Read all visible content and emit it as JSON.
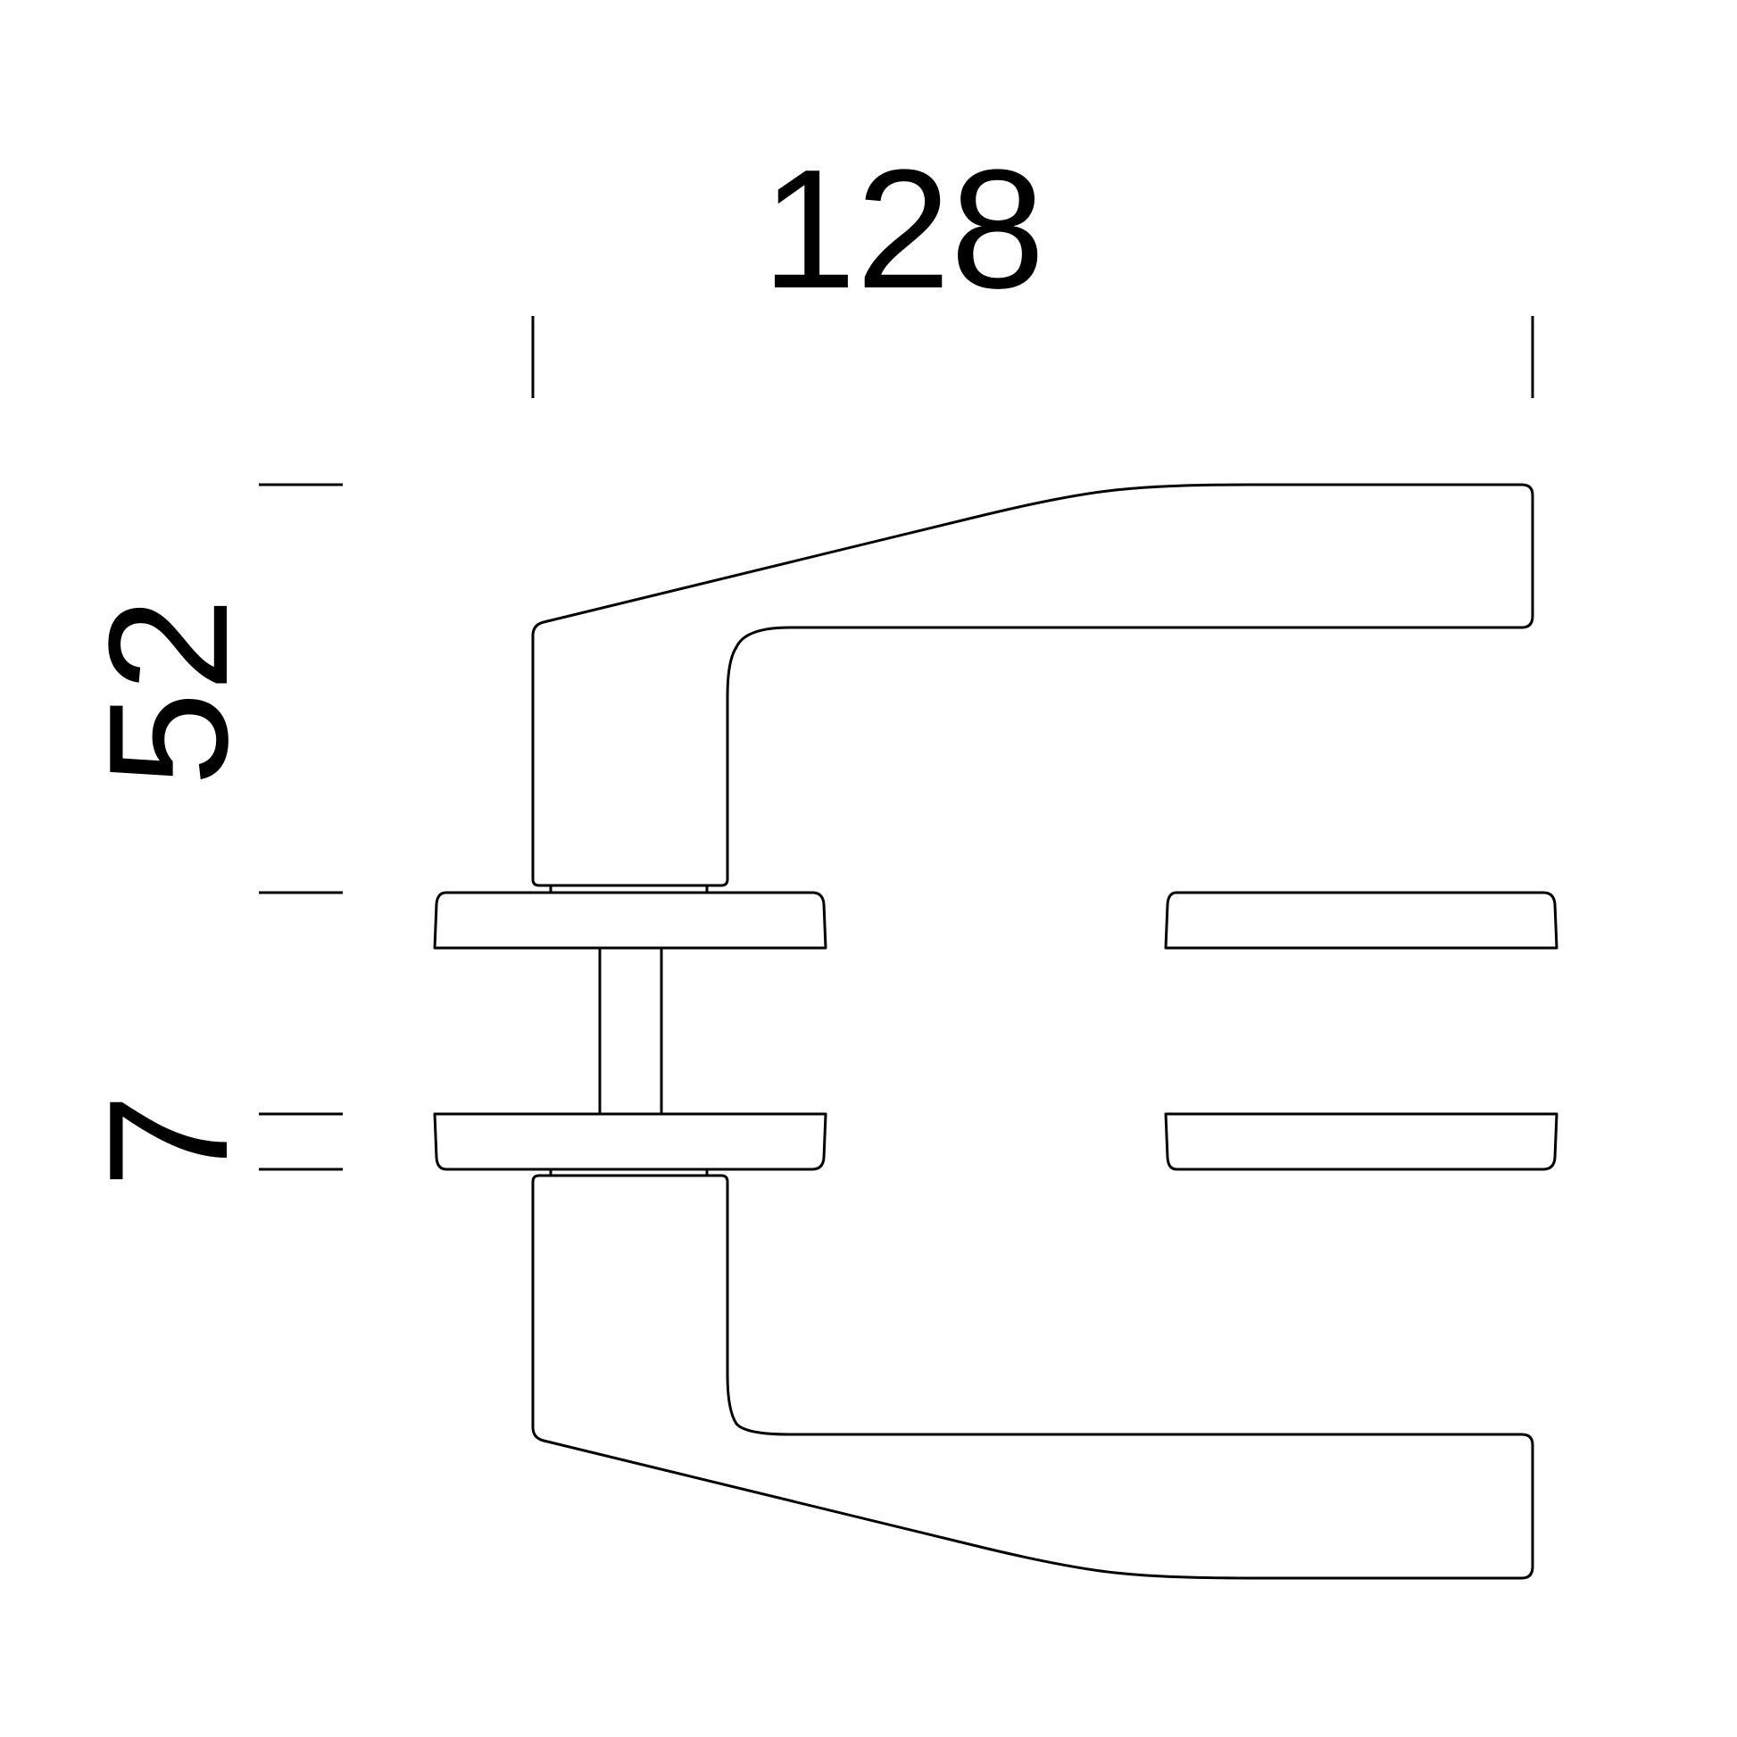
{
  "dimensions": {
    "width_label": "128",
    "height_label": "52",
    "rose_label": "7"
  },
  "colors": {
    "line": "#000000",
    "background": "#ffffff"
  }
}
